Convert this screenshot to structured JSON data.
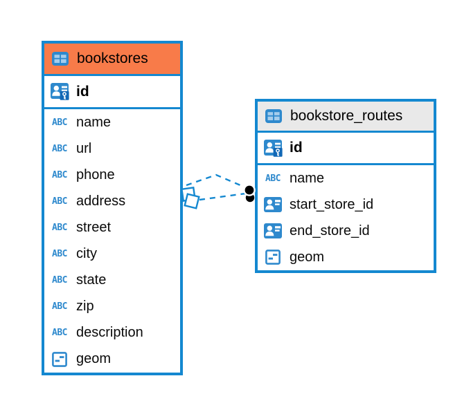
{
  "diagram": {
    "type": "entity-relationship",
    "background": "#ffffff"
  },
  "colors": {
    "accent_blue": "#1488d0",
    "icon_blue": "#2e89cd",
    "icon_cell_light_blue": "#a5cdec",
    "key_badge_blue": "#1268b6",
    "bookstores_header_orange": "#f87b49",
    "routes_header_gray": "#e9e9e9",
    "text": "#000000",
    "relationship_dot": "#000000"
  },
  "icons": {
    "text_type_glyph": "ABC",
    "table_icon": "table-grid",
    "primary_key_icon": "person-with-key",
    "foreign_key_icon": "person-badge",
    "geometry_icon": "square-with-dashes"
  },
  "tables": [
    {
      "name": "bookstores",
      "header_style": "orange",
      "primary_key": {
        "label": "id",
        "type_icon": "primary-key-icon"
      },
      "columns": [
        {
          "label": "name",
          "type_icon": "text-type-icon"
        },
        {
          "label": "url",
          "type_icon": "text-type-icon"
        },
        {
          "label": "phone",
          "type_icon": "text-type-icon"
        },
        {
          "label": "address",
          "type_icon": "text-type-icon"
        },
        {
          "label": "street",
          "type_icon": "text-type-icon"
        },
        {
          "label": "city",
          "type_icon": "text-type-icon"
        },
        {
          "label": "state",
          "type_icon": "text-type-icon"
        },
        {
          "label": "zip",
          "type_icon": "text-type-icon"
        },
        {
          "label": "description",
          "type_icon": "text-type-icon"
        },
        {
          "label": "geom",
          "type_icon": "geometry-type-icon"
        }
      ]
    },
    {
      "name": "bookstore_routes",
      "header_style": "gray",
      "primary_key": {
        "label": "id",
        "type_icon": "primary-key-icon"
      },
      "columns": [
        {
          "label": "name",
          "type_icon": "text-type-icon"
        },
        {
          "label": "start_store_id",
          "type_icon": "foreign-key-icon"
        },
        {
          "label": "end_store_id",
          "type_icon": "foreign-key-icon"
        },
        {
          "label": "geom",
          "type_icon": "geometry-type-icon"
        }
      ]
    }
  ],
  "relationships": {
    "count": 2,
    "from_table": "bookstores",
    "to_table": "bookstore_routes",
    "line_style": "dashed",
    "line_color": "#1488d0",
    "from_end_marker": "overlapping-squares",
    "to_end_marker": "black-dots"
  }
}
